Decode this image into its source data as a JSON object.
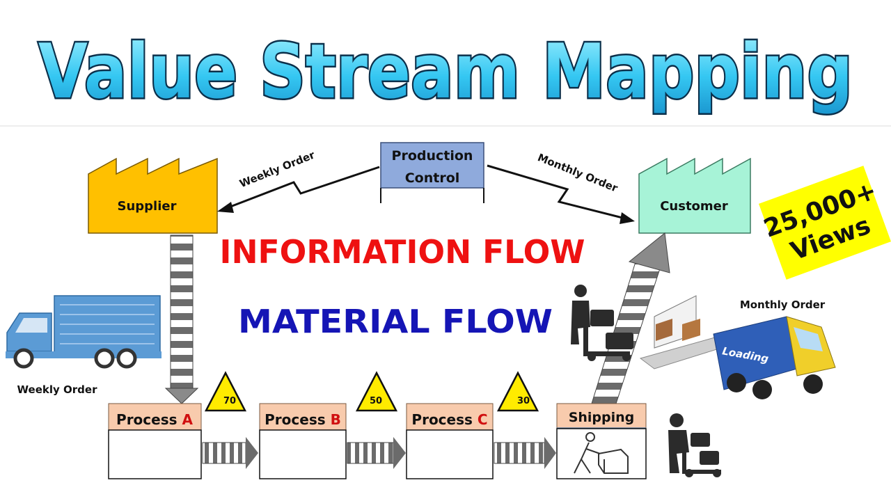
{
  "title": "Value Stream Mapping",
  "nodes": {
    "production_control_line1": "Production",
    "production_control_line2": "Control",
    "supplier": "Supplier",
    "customer": "Customer"
  },
  "edges": {
    "supplier_order": "Weekly Order",
    "customer_order": "Monthly Order"
  },
  "flows": {
    "information": "INFORMATION  FLOW",
    "material": "MATERIAL  FLOW"
  },
  "badge": {
    "line1": "25,000+",
    "line2": "Views"
  },
  "labels": {
    "truck_left": "Weekly Order",
    "truck_right": "Monthly Order",
    "loading": "Loading"
  },
  "processes": [
    {
      "prefix": "Process ",
      "letter": "A"
    },
    {
      "prefix": "Process ",
      "letter": "B"
    },
    {
      "prefix": "Process ",
      "letter": "C"
    }
  ],
  "shipping": "Shipping",
  "inventory": [
    "70",
    "50",
    "30"
  ],
  "colors": {
    "title": "#35c7f2",
    "supplier": "#ffc000",
    "customer": "#a7f3d7",
    "production_control": "#8faadc",
    "process_header": "#f8cbad",
    "triangle": "#ffeb00",
    "badge": "#ffff00",
    "truck_blue": "#5b9bd5"
  }
}
